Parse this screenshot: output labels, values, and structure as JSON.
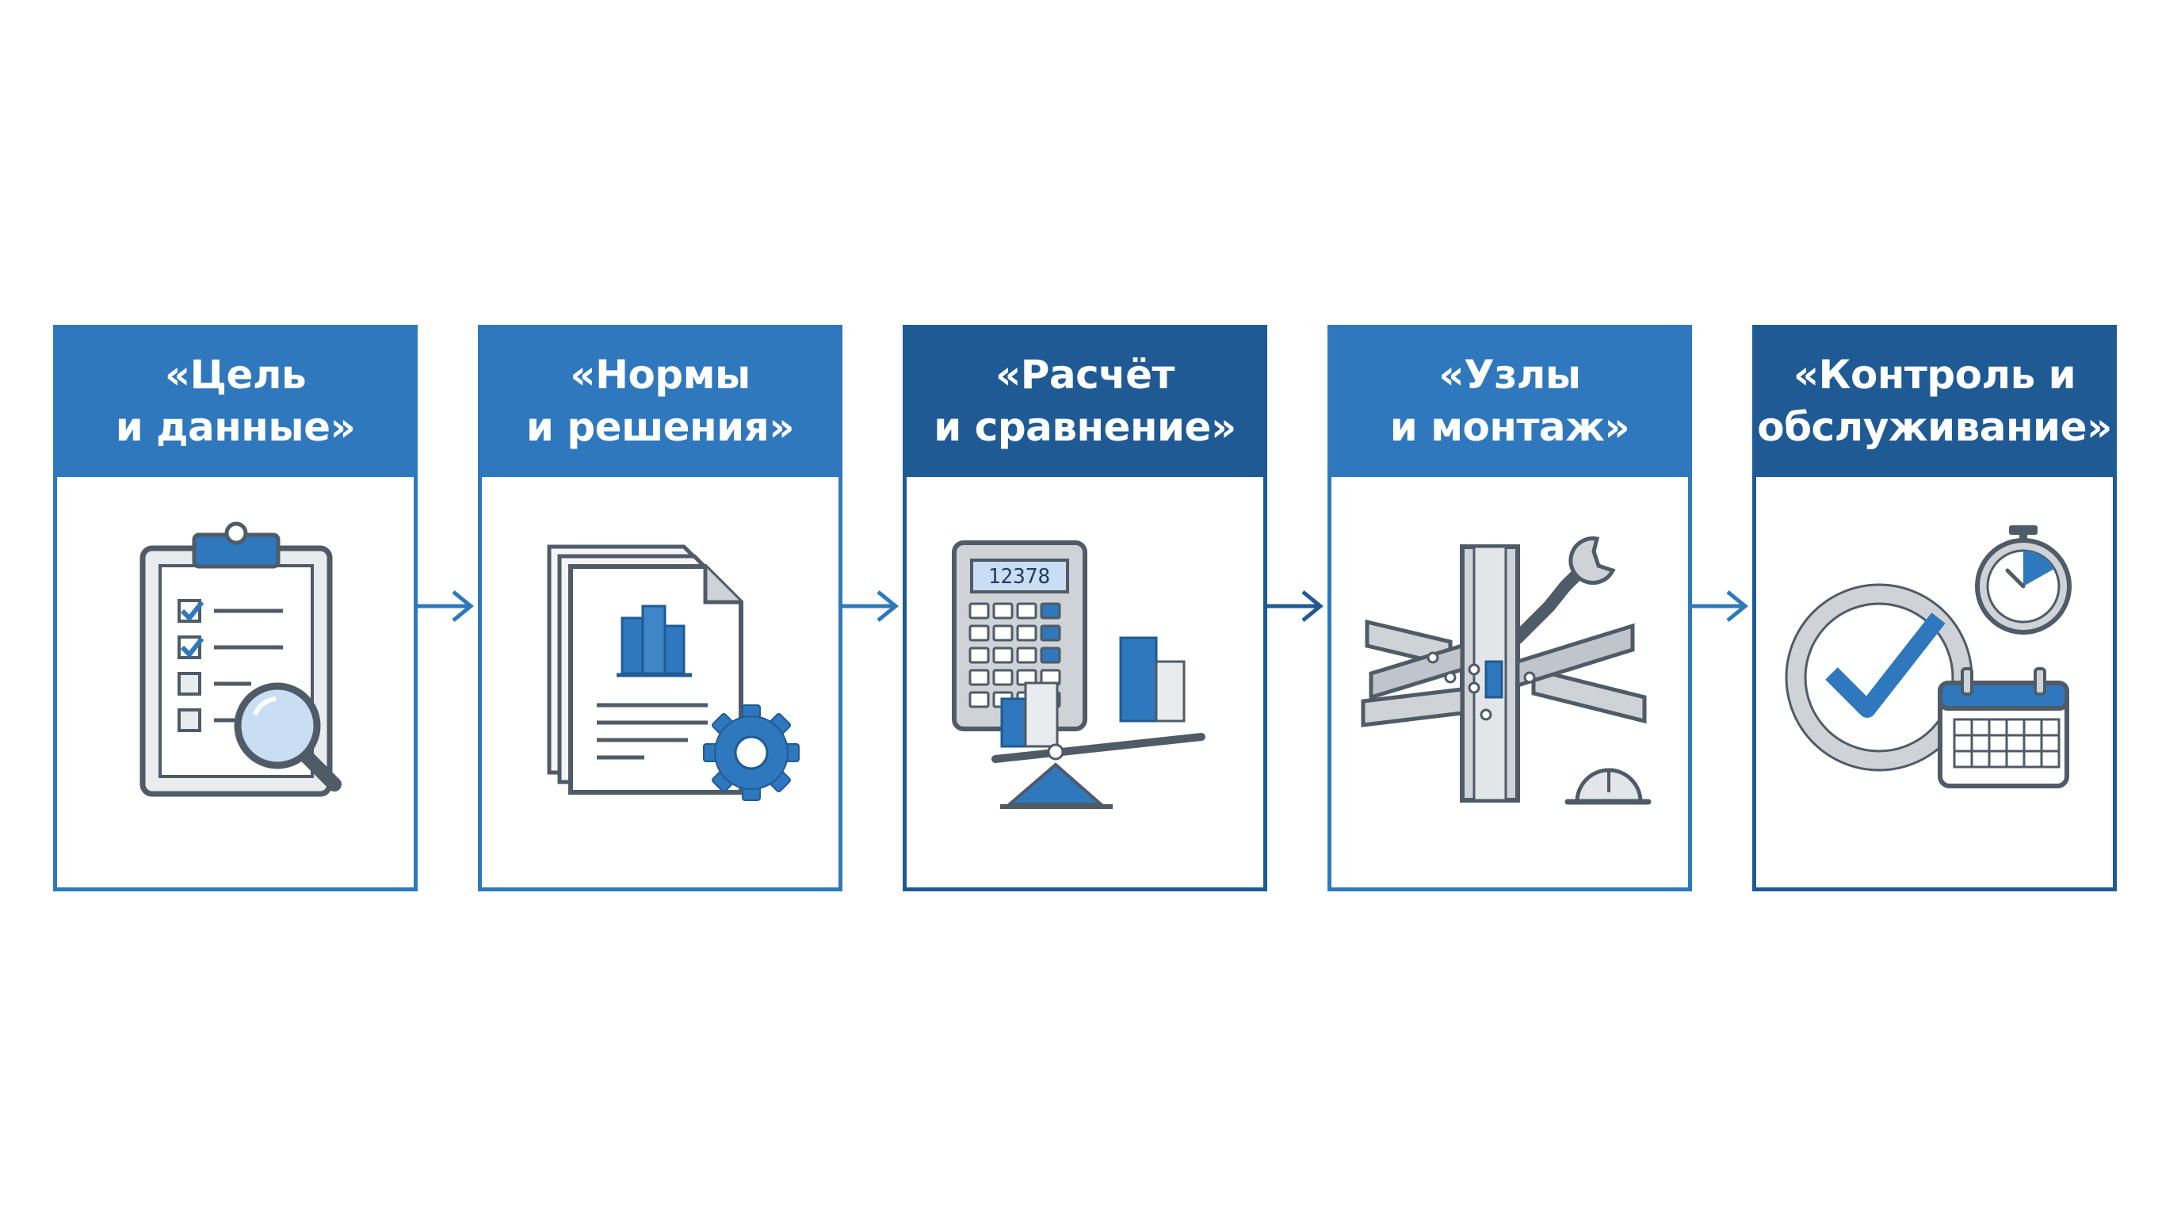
{
  "steps": [
    {
      "title": "«Цель\nи данные»",
      "icon": "clipboard-search-icon"
    },
    {
      "title": "«Нормы\nи решения»",
      "icon": "documents-gear-icon"
    },
    {
      "title": "«Расчёт\nи сравнение»",
      "icon": "calculator-balance-icon"
    },
    {
      "title": "«Узлы\nи монтаж»",
      "icon": "steel-joint-icon"
    },
    {
      "title": "«Контроль и\nобслуживание»",
      "icon": "check-timer-calendar-icon"
    }
  ],
  "calculator_display": "12378",
  "colors": {
    "primary": "#2f78bd",
    "dark": "#1f5a94",
    "icon_gray": "#cfd3d8",
    "icon_outline": "#4f5b66"
  }
}
